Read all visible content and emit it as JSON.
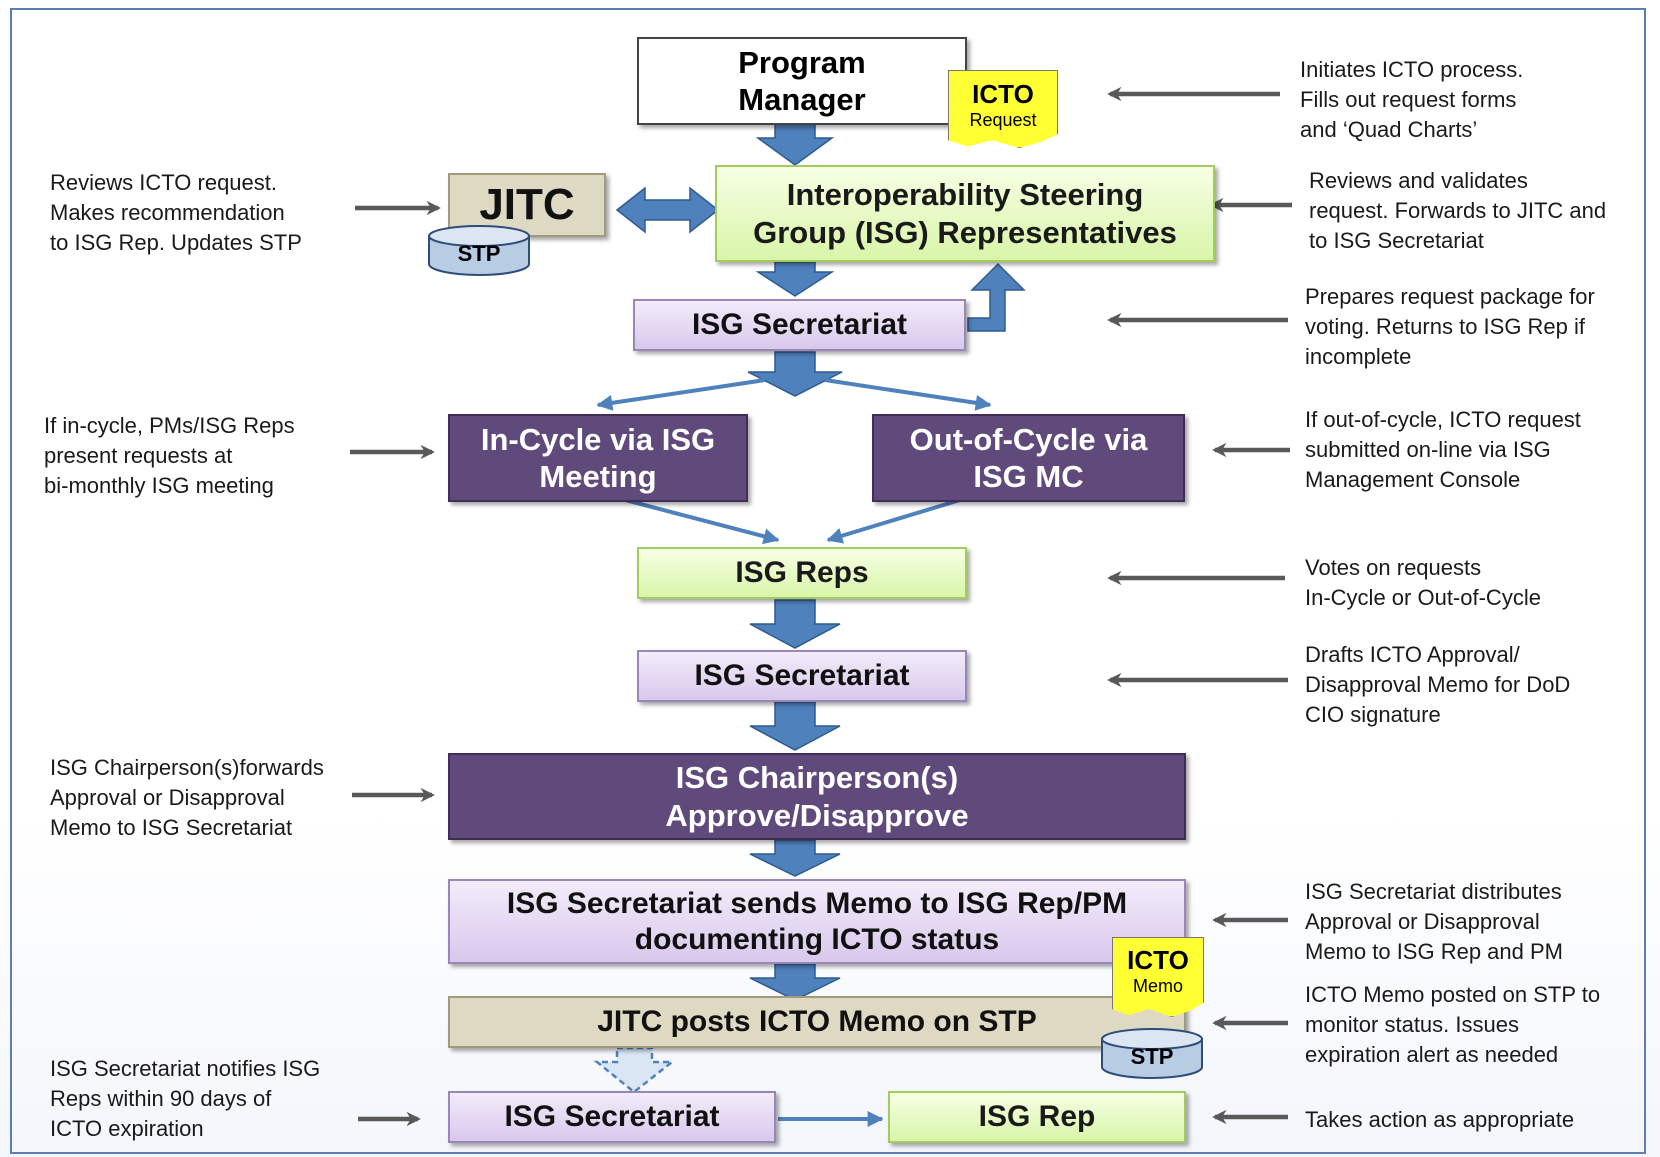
{
  "boxes": {
    "program_manager": "Program\nManager",
    "jitc": "JITC",
    "isg_reps_group": "Interoperability Steering\nGroup (ISG) Representatives",
    "isg_secretariat_1": "ISG Secretariat",
    "in_cycle": "In-Cycle via ISG\nMeeting",
    "out_of_cycle": "Out-of-Cycle via\nISG MC",
    "isg_reps": "ISG Reps",
    "isg_secretariat_2": "ISG Secretariat",
    "isg_chair": "ISG Chairperson(s)\nApprove/Disapprove",
    "secretariat_sends_memo": "ISG Secretariat sends Memo to ISG Rep/PM\ndocumenting ICTO status",
    "jitc_posts": "JITC posts ICTO Memo on STP",
    "isg_secretariat_3": "ISG Secretariat",
    "isg_rep": "ISG Rep"
  },
  "badges": {
    "icto_request_title": "ICTO",
    "icto_request_sub": "Request",
    "icto_memo_title": "ICTO",
    "icto_memo_sub": "Memo",
    "stp_1": "STP",
    "stp_2": "STP"
  },
  "notes": {
    "right_1": "Initiates ICTO process.\nFills out request forms\nand ‘Quad Charts’",
    "left_1": "Reviews ICTO request.\nMakes recommendation\nto ISG Rep. Updates STP",
    "right_2": "Reviews and validates\nrequest. Forwards to JITC and\nto ISG Secretariat",
    "right_3": "Prepares request package for\nvoting. Returns to ISG Rep if\nincomplete",
    "left_2": "If in-cycle, PMs/ISG Reps\npresent requests at\nbi-monthly ISG meeting",
    "right_4": "If out-of-cycle, ICTO request\nsubmitted on-line via ISG\nManagement Console",
    "right_5": "Votes on requests\nIn-Cycle or Out-of-Cycle",
    "right_6": "Drafts ICTO Approval/\nDisapproval Memo for DoD\nCIO signature",
    "left_3": "ISG Chairperson(s)forwards\nApproval or Disapproval\nMemo to ISG Secretariat",
    "right_7": "ISG Secretariat distributes\nApproval or Disapproval\nMemo to ISG Rep and PM",
    "right_8": "ICTO Memo posted on STP to\nmonitor status. Issues\nexpiration alert as needed",
    "left_4": "ISG Secretariat notifies ISG\nReps within 90 days of\nICTO expiration",
    "right_9": "Takes action as appropriate"
  },
  "colors": {
    "block_arrow": "#4f81bd",
    "pointer_arrow": "#595959",
    "purple": "#604a7b",
    "green": "#d9f5a9",
    "lavender": "#d8c8ec",
    "tan": "#ddd9c3",
    "badge": "#ffff33"
  }
}
